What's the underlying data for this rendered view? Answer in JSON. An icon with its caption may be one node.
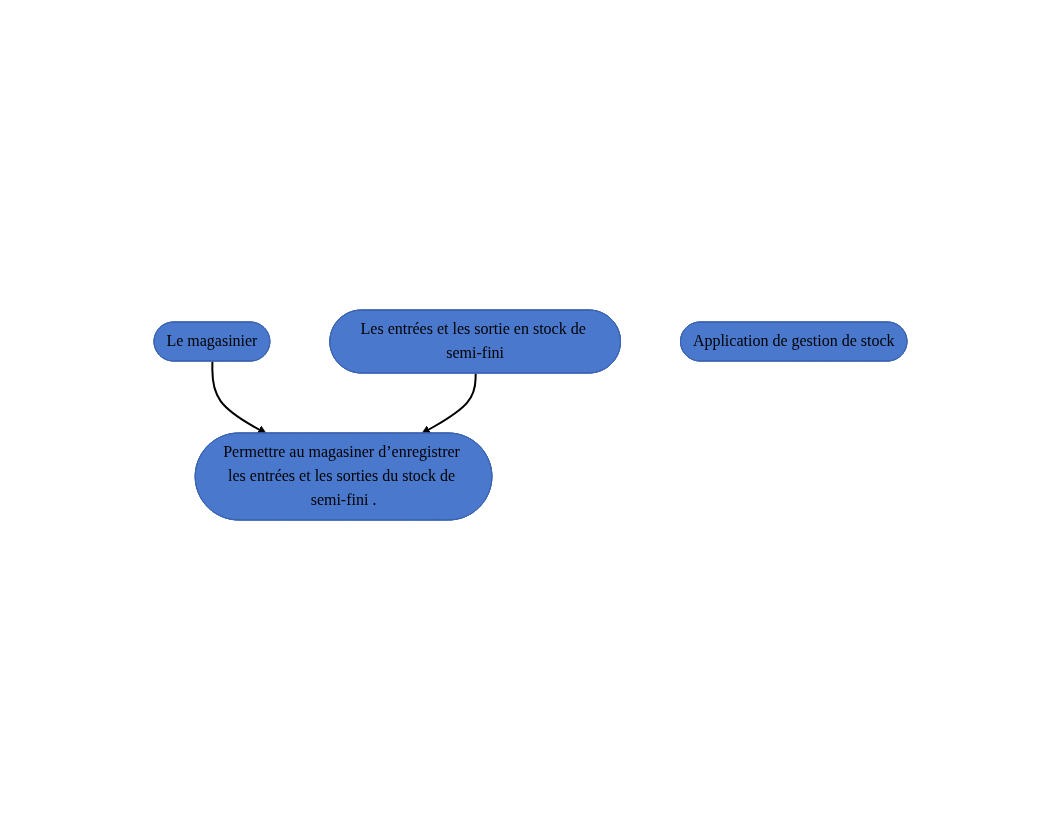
{
  "diagram": {
    "nodes": [
      {
        "text": [
          "Le magasinier"
        ]
      },
      {
        "text": [
          "Les entrées et les sortie en stock de semi-fini"
        ]
      },
      {
        "text": [
          "Application de gestion de stock"
        ]
      },
      {
        "text": [
          "Permettre au magasiner d’enregistrer les entrées et les sorties du stock de semi-fini ."
        ]
      }
    ],
    "edges": [
      {
        "from": 0,
        "to": 3,
        "arrow": "to"
      },
      {
        "from": 1,
        "to": 3,
        "arrow": "to"
      }
    ]
  }
}
